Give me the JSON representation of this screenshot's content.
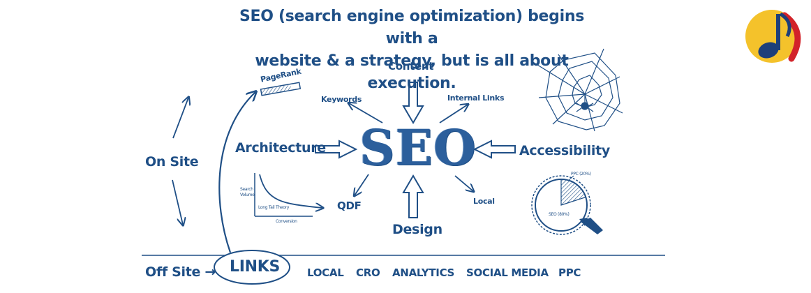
{
  "headline": {
    "line1": "SEO (search engine optimization) begins with a",
    "line2": "website & a strategy, but is all about execution."
  },
  "center": {
    "label": "SEO"
  },
  "spokes": {
    "content": "Content",
    "keywords": "Keywords",
    "internal_links": "Internal Links",
    "architecture": "Architecture",
    "accessibility": "Accessibility",
    "qdf": "QDF",
    "local": "Local",
    "design": "Design"
  },
  "left": {
    "pagerank": "PageRank",
    "on_site": "On Site",
    "off_site": "Off Site →"
  },
  "graph": {
    "ylabel_line1": "Search",
    "ylabel_line2": "Volume",
    "curve_label": "Long Tail Theory",
    "xlabel": "Conversion"
  },
  "pie": {
    "ppc_label": "PPC (20%)",
    "seo_label": "SEO (80%)",
    "ppc_share": 0.2,
    "seo_share": 0.8
  },
  "bottom": {
    "links": "LINKS",
    "items": [
      "LOCAL",
      "CRO",
      "ANALYTICS",
      "SOCIAL MEDIA",
      "PPC"
    ]
  },
  "colors": {
    "ink": "#1f4f86",
    "logo_yellow": "#f4c22b",
    "logo_navy": "#1d3f7a",
    "logo_red": "#d2232a"
  },
  "icons": {
    "logo": "music-note-logo",
    "spider_web": "spider-web-icon",
    "magnifier": "magnifier-icon"
  }
}
